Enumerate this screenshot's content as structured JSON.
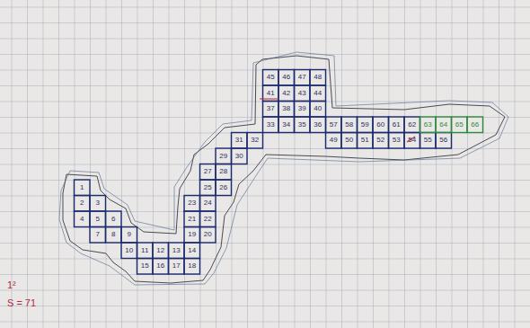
{
  "diagram": {
    "labels": [
      "1",
      "2",
      "3",
      "4",
      "5",
      "6",
      "7",
      "8",
      "9",
      "10",
      "11",
      "12",
      "13",
      "14",
      "15",
      "16",
      "17",
      "18",
      "19",
      "20",
      "21",
      "22",
      "23",
      "24",
      "25",
      "26",
      "27",
      "28",
      "29",
      "30",
      "31",
      "32",
      "33",
      "34",
      "35",
      "36",
      "37",
      "38",
      "39",
      "40",
      "41",
      "42",
      "43",
      "44",
      "45",
      "46",
      "47",
      "48",
      "49",
      "50",
      "51",
      "52",
      "53",
      "54",
      "55",
      "56",
      "57",
      "58",
      "59",
      "60",
      "61",
      "62",
      "63",
      "64",
      "65",
      "66",
      "1²",
      "S = 71"
    ]
  }
}
